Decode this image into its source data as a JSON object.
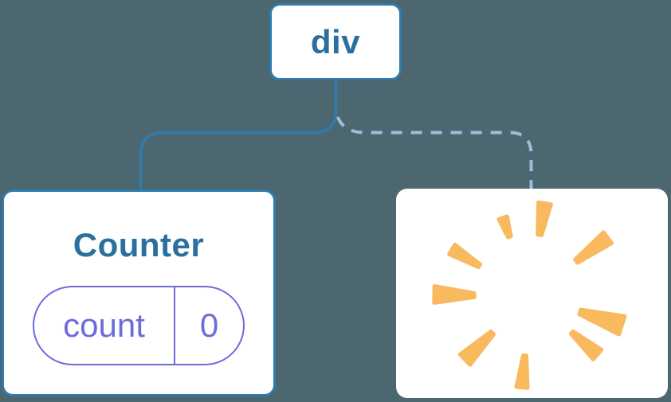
{
  "colors": {
    "background": "#4D6771",
    "card_background": "#FFFFFF",
    "node_border": "#2F7BAC",
    "node_text": "#2B6FA0",
    "solid_edge": "#2F7BAC",
    "dashed_edge": "#9ABFDA",
    "state_accent": "#6C6CDB",
    "poof_orange": "#F9B95F"
  },
  "tree": {
    "root": {
      "label": "div"
    },
    "children": [
      {
        "type": "component",
        "title": "Counter",
        "state": {
          "key": "count",
          "value": "0"
        },
        "edge_style": "solid"
      },
      {
        "type": "removed",
        "icon": "poof-starburst-icon",
        "edge_style": "dashed"
      }
    ]
  }
}
